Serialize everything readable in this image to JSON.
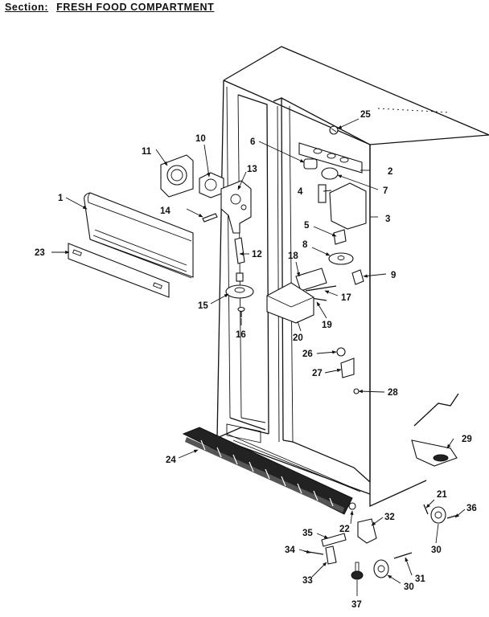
{
  "header": {
    "section_label": "Section:",
    "section_title": "FRESH FOOD COMPARTMENT"
  },
  "callouts": [
    "1",
    "2",
    "3",
    "4",
    "5",
    "6",
    "7",
    "8",
    "9",
    "10",
    "11",
    "12",
    "13",
    "14",
    "15",
    "16",
    "17",
    "18",
    "19",
    "20",
    "21",
    "22",
    "23",
    "24",
    "25",
    "26",
    "27",
    "28",
    "29",
    "30",
    "30",
    "31",
    "32",
    "33",
    "34",
    "35",
    "36",
    "37"
  ]
}
